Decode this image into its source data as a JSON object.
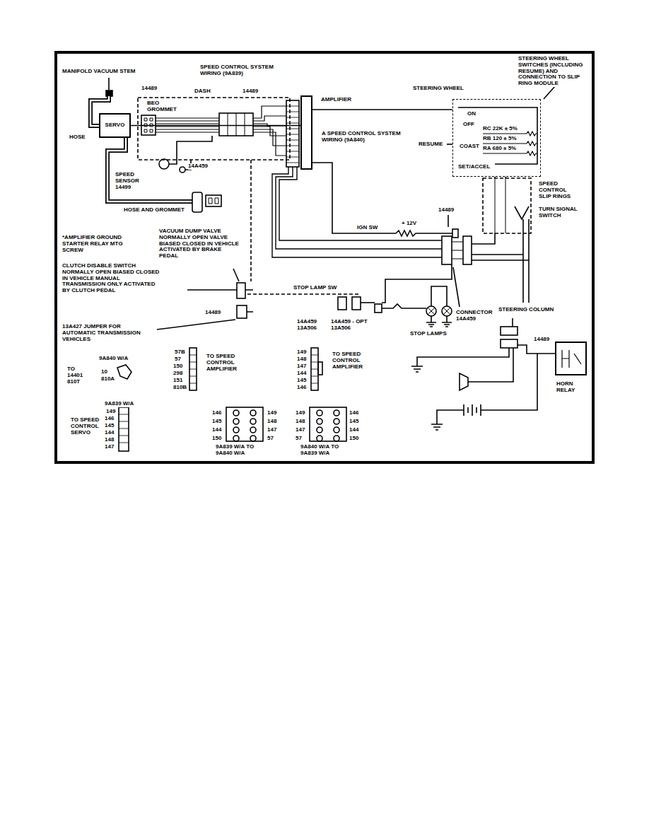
{
  "diagram": {
    "nodes": [
      {
        "text": [
          "SERVO"
        ]
      },
      {
        "text": [
          "AMPLIFIER"
        ]
      },
      {
        "text": [
          "STEERING WHEEL"
        ]
      },
      {
        "text": [
          "HORN RELAY"
        ]
      }
    ],
    "edges": [
      {
        "from": 0,
        "to": 1,
        "arrow": "none"
      },
      {
        "from": 1,
        "to": 2,
        "arrow": "none"
      }
    ],
    "labels": [
      "MANIFOLD VACUUM STEM",
      "SPEED CONTROL SYSTEM WIRING (9A839)",
      "14489",
      "DASH",
      "14489",
      "BEO GROMMET",
      "HOSE",
      "A SPEED CONTROL SYSTEM WIRING (9A840)",
      "SPEED SENSOR 14499",
      "14A459",
      "HOSE AND GROMMET",
      "*AMPLIFIER GROUND STARTER RELAY MTG SCREW",
      "VACUUM DUMP VALVE NORMALLY OPEN VALVE BIASED CLOSED IN VEHICLE ACTIVATED BY BRAKE PEDAL",
      "CLUTCH DISABLE SWITCH NORMALLY OPEN BIASED CLOSED IN VEHICLE MANUAL TRANSMISSION ONLY ACTIVATED BY CLUTCH PEDAL",
      "14489",
      "13A427 JUMPER FOR AUTOMATIC TRANSMISSION VEHICLES",
      "STOP LAMP SW",
      "14A459 13A506",
      "14A459 - OPT 13A506",
      "IGN SW",
      "+ 12V",
      "14489",
      "CONNECTOR 14A459",
      "STOP LAMPS",
      "STEERING COLUMN",
      "14489",
      "STEERING WHEEL SWITCHES (INCLUDING RESUME) AND CONNECTION TO SLIP RING MODULE",
      "ON",
      "OFF",
      "RESUME",
      "COAST",
      "SET/ACCEL",
      "RC 22K ± 5%",
      "RB 120 ± 5%",
      "RA 680 ± 5%",
      "SPEED CONTROL SLIP RINGS",
      "TURN SIGNAL SWITCH",
      "9A840 W/A",
      "TO 14401 810T",
      "10",
      "810A",
      "57B",
      "57",
      "150",
      "298",
      "151",
      "810B",
      "TO SPEED CONTROL AMPLIFIER",
      "149",
      "148",
      "147",
      "144",
      "145",
      "146",
      "TO SPEED CONTROL AMPLIFIER",
      "9A839 W/A",
      "149",
      "146",
      "145",
      "144",
      "148",
      "147",
      "TO SPEED CONTROL SERVO",
      "146",
      "145",
      "144",
      "150",
      "149",
      "148",
      "147",
      "57",
      "9A839 W/A TO 9A840 W/A",
      "149",
      "148",
      "147",
      "57",
      "146",
      "145",
      "144",
      "150",
      "9A840 W/A TO 9A839 W/A"
    ]
  }
}
